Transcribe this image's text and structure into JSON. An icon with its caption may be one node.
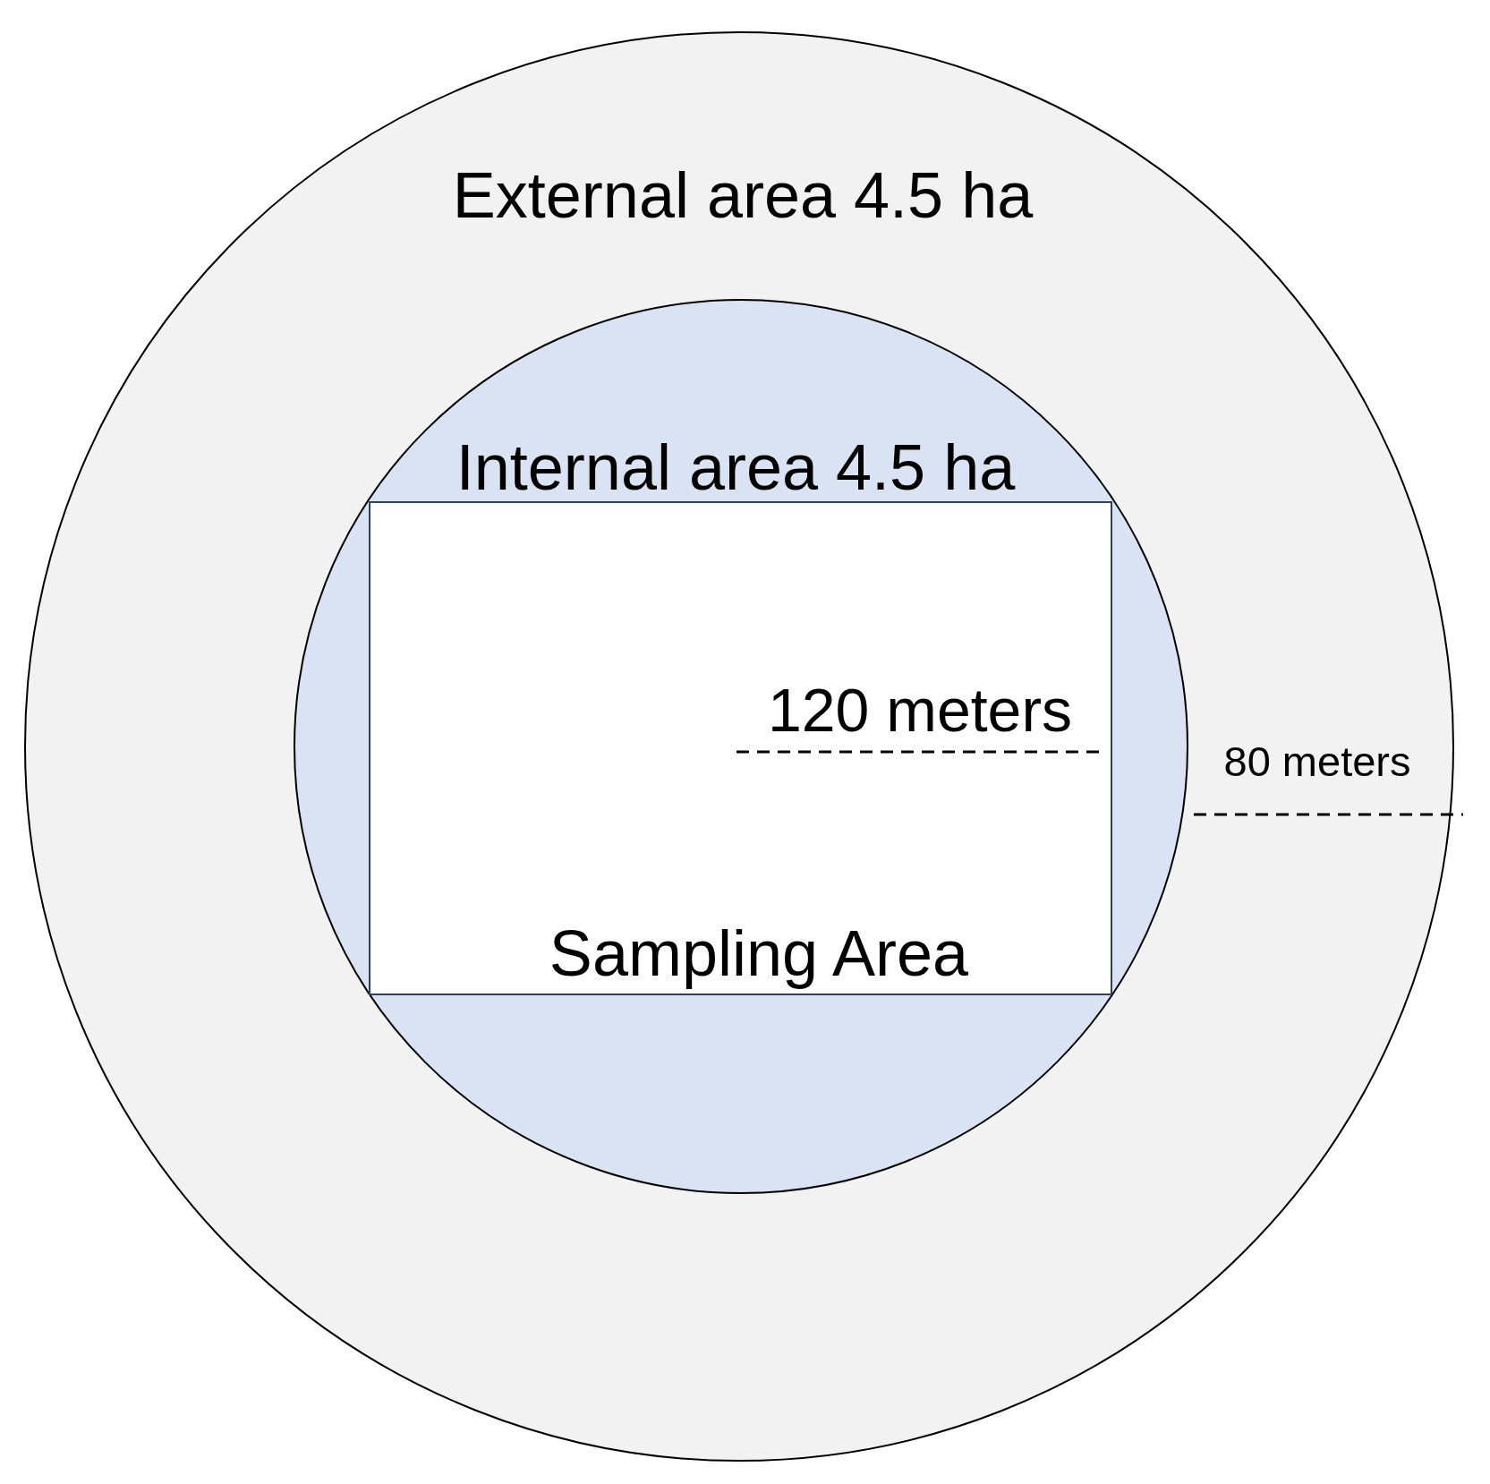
{
  "diagram": {
    "nodes": [
      {
        "text": [
          "External area 4.5 ha"
        ]
      },
      {
        "text": [
          "Internal area 4.5 ha"
        ],
        "in": 0
      },
      {
        "text": [
          "Sampling Area"
        ],
        "in": 1
      }
    ],
    "labels": [
      "120 meters",
      "80 meters"
    ]
  }
}
